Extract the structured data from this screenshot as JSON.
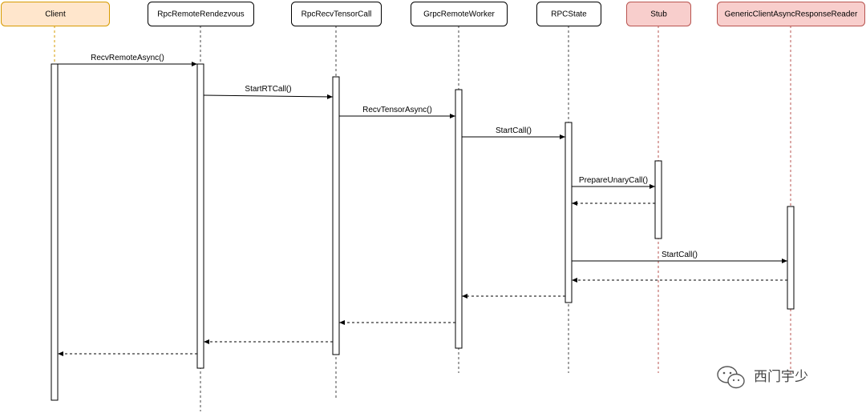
{
  "participants": [
    {
      "id": "client",
      "label": "Client",
      "fill": "#ffe6cc",
      "stroke": "#d79b00"
    },
    {
      "id": "rendezvous",
      "label": "RpcRemoteRendezvous",
      "fill": "#ffffff",
      "stroke": "#000000"
    },
    {
      "id": "recvcall",
      "label": "RpcRecvTensorCall",
      "fill": "#ffffff",
      "stroke": "#000000"
    },
    {
      "id": "worker",
      "label": "GrpcRemoteWorker",
      "fill": "#ffffff",
      "stroke": "#000000"
    },
    {
      "id": "rpcstate",
      "label": "RPCState",
      "fill": "#ffffff",
      "stroke": "#000000"
    },
    {
      "id": "stub",
      "label": "Stub",
      "fill": "#f8cecc",
      "stroke": "#b85450"
    },
    {
      "id": "reader",
      "label": "GenericClientAsyncResponseReader",
      "fill": "#f8cecc",
      "stroke": "#b85450"
    }
  ],
  "messages": [
    {
      "from": "client",
      "to": "rendezvous",
      "label": "RecvRemoteAsync()",
      "kind": "call"
    },
    {
      "from": "rendezvous",
      "to": "recvcall",
      "label": "StartRTCall()",
      "kind": "call"
    },
    {
      "from": "recvcall",
      "to": "worker",
      "label": "RecvTensorAsync()",
      "kind": "call"
    },
    {
      "from": "worker",
      "to": "rpcstate",
      "label": "StartCall()",
      "kind": "call"
    },
    {
      "from": "rpcstate",
      "to": "stub",
      "label": "PrepareUnaryCall()",
      "kind": "call"
    },
    {
      "from": "stub",
      "to": "rpcstate",
      "label": "",
      "kind": "return"
    },
    {
      "from": "rpcstate",
      "to": "reader",
      "label": "StartCall()",
      "kind": "call"
    },
    {
      "from": "reader",
      "to": "rpcstate",
      "label": "",
      "kind": "return"
    },
    {
      "from": "rpcstate",
      "to": "worker",
      "label": "",
      "kind": "return"
    },
    {
      "from": "worker",
      "to": "recvcall",
      "label": "",
      "kind": "return"
    },
    {
      "from": "recvcall",
      "to": "rendezvous",
      "label": "",
      "kind": "return"
    },
    {
      "from": "rendezvous",
      "to": "client",
      "label": "",
      "kind": "return"
    }
  ],
  "watermark": {
    "text": "西门宇少",
    "icon": "wechat-icon"
  }
}
